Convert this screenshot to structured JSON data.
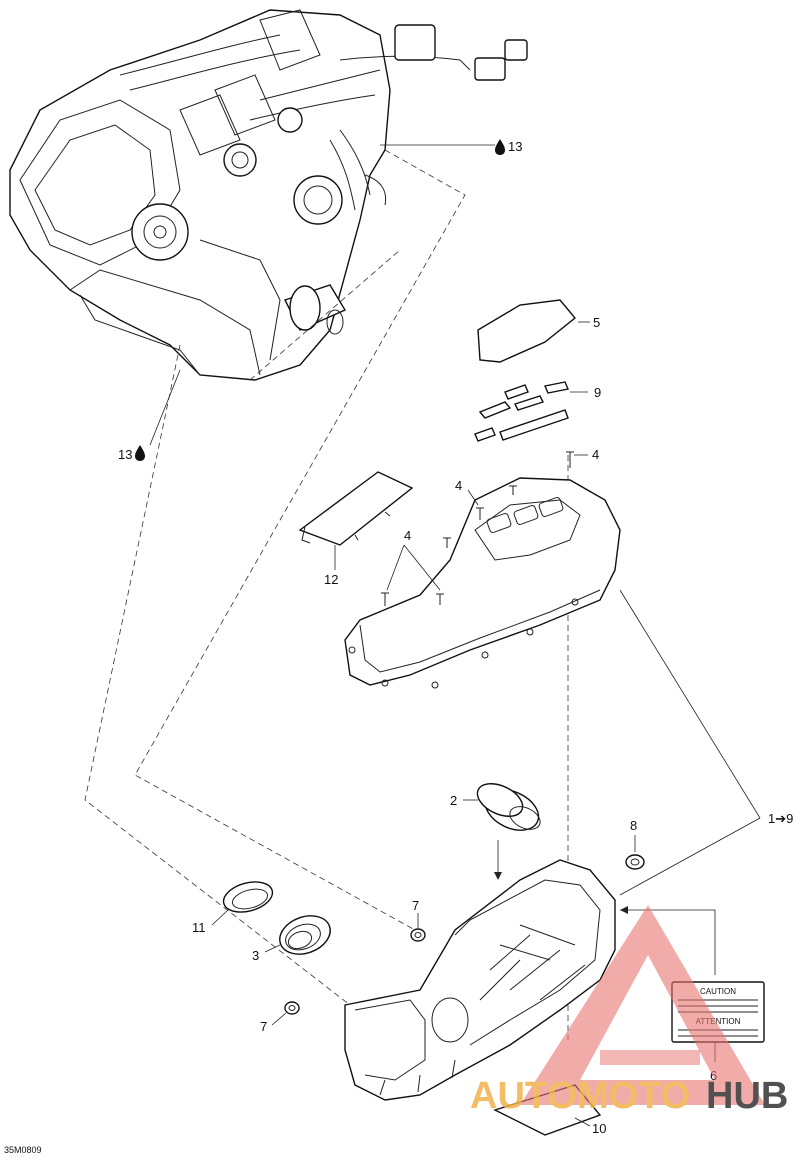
{
  "drawing_code": "35M0809",
  "callouts": {
    "c1": "1➔9",
    "c2": "2",
    "c3": "3",
    "c4a": "4",
    "c4b": "4",
    "c4c": "4",
    "c5": "5",
    "c6": "6",
    "c7a": "7",
    "c7b": "7",
    "c8": "8",
    "c9": "9",
    "c10": "10",
    "c11": "11",
    "c12": "12",
    "c13a": "13",
    "c13b": "13"
  },
  "label_plate": {
    "heading_1": "CAUTION",
    "heading_2": "ATTENTION"
  },
  "watermark": {
    "text_left": "AUTOMOTO",
    "text_right": "HUB",
    "color_primary": "#e8736e",
    "color_secondary": "#f0b24a",
    "color_dark": "#333333"
  }
}
